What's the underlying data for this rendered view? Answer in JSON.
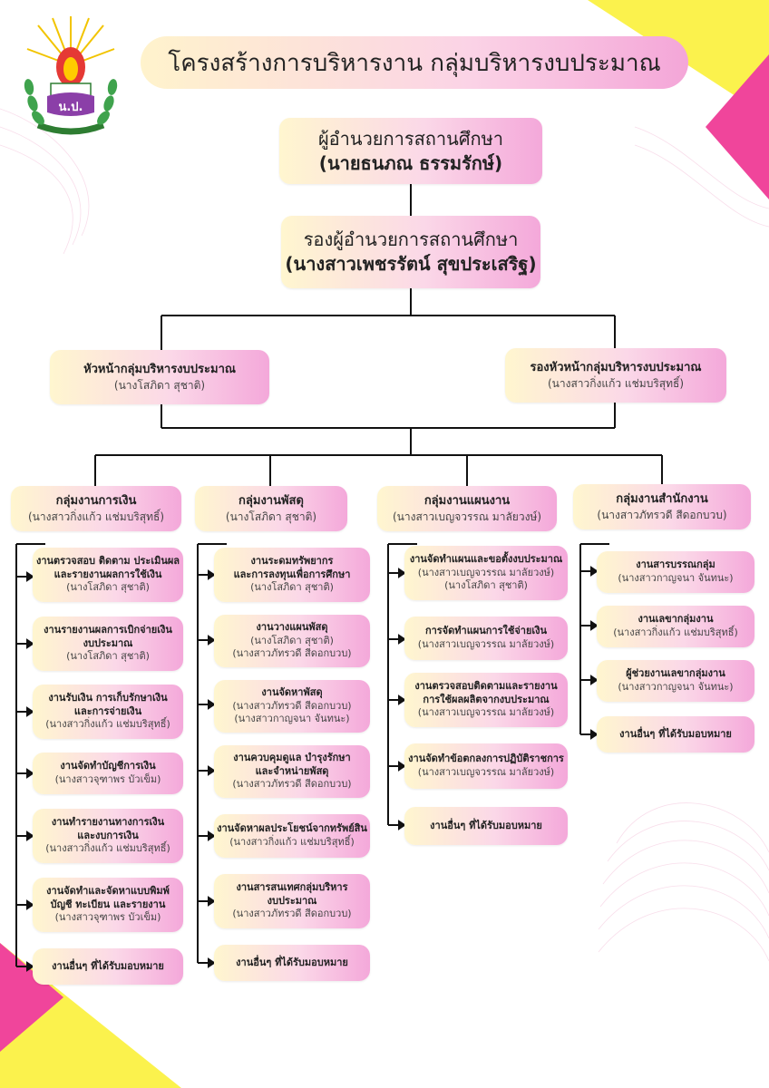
{
  "title": "โครงสร้างการบริหารงาน กลุ่มบริหารงบประมาณ",
  "logo": {
    "icon": "school-logo-icon",
    "text": "น.ป."
  },
  "director": {
    "position": "ผู้อำนวยการสถานศึกษา",
    "name": "(นายธนภณ ธรรมรักษ์)"
  },
  "deputy_director": {
    "position": "รองผู้อำนวยการสถานศึกษา",
    "name": "(นางสาวเพชรรัตน์ สุขประเสริฐ)"
  },
  "head": {
    "position": "หัวหน้ากลุ่มบริหารงบประมาณ",
    "name": "(นางโสภิดา สุชาติ)"
  },
  "deputy_head": {
    "position": "รองหัวหน้ากลุ่มบริหารงบประมาณ",
    "name": "(นางสาวกิ่งแก้ว แช่มบริสุทธิ์)"
  },
  "groups": [
    {
      "title": "กลุ่มงานการเงิน",
      "leader": "(นางสาวกิ่งแก้ว แช่มบริสุทธิ์)",
      "tasks": [
        {
          "lines": [
            "งานตรวจสอบ ติดตาม ประเมินผล",
            "และรายงานผลการใช้เงิน"
          ],
          "people": [
            "(นางโสภิดา สุชาติ)"
          ]
        },
        {
          "lines": [
            "งานรายงานผลการเบิกจ่ายเงิน",
            "งบประมาณ"
          ],
          "people": [
            "(นางโสภิดา สุชาติ)"
          ]
        },
        {
          "lines": [
            "งานรับเงิน การเก็บรักษาเงิน",
            "และการจ่ายเงิน"
          ],
          "people": [
            "(นางสาวกิ่งแก้ว แช่มบริสุทธิ์)"
          ]
        },
        {
          "lines": [
            "งานจัดทำบัญชีการเงิน"
          ],
          "people": [
            "(นางสาวจุฑาพร บัวเข็ม)"
          ]
        },
        {
          "lines": [
            "งานทำรายงานทางการเงิน",
            "และงบการเงิน"
          ],
          "people": [
            "(นางสาวกิ่งแก้ว แช่มบริสุทธิ์)"
          ]
        },
        {
          "lines": [
            "งานจัดทำและจัดหาแบบพิมพ์",
            "บัญชี ทะเบียน และรายงาน"
          ],
          "people": [
            "(นางสาวจุฑาพร บัวเข็ม)"
          ]
        },
        {
          "lines": [
            "งานอื่นๆ ที่ได้รับมอบหมาย"
          ],
          "people": []
        }
      ]
    },
    {
      "title": "กลุ่มงานพัสดุ",
      "leader": "(นางโสภิดา สุชาติ)",
      "tasks": [
        {
          "lines": [
            "งานระดมทรัพยากร",
            "และการลงทุนเพื่อการศึกษา"
          ],
          "people": [
            "(นางโสภิดา สุชาติ)"
          ]
        },
        {
          "lines": [
            "งานวางแผนพัสดุ"
          ],
          "people": [
            "(นางโสภิดา สุชาติ)",
            "(นางสาวภัทรวดี สีดอกบวบ)"
          ]
        },
        {
          "lines": [
            "งานจัดหาพัสดุ"
          ],
          "people": [
            "(นางสาวภัทรวดี สีดอกบวบ)",
            "(นางสาวกาญจนา จันทนะ)"
          ]
        },
        {
          "lines": [
            "งานควบคุมดูแล บำรุงรักษา",
            "และจำหน่ายพัสดุ"
          ],
          "people": [
            "(นางสาวภัทรวดี สีดอกบวบ)"
          ]
        },
        {
          "lines": [
            "งานจัดหาผลประโยชน์จากทรัพย์สิน"
          ],
          "people": [
            "(นางสาวกิ่งแก้ว แช่มบริสุทธิ์)"
          ]
        },
        {
          "lines": [
            "งานสารสนเทศกลุ่มบริหาร",
            "งบประมาณ"
          ],
          "people": [
            "(นางสาวภัทรวดี สีดอกบวบ)"
          ]
        },
        {
          "lines": [
            "งานอื่นๆ ที่ได้รับมอบหมาย"
          ],
          "people": []
        }
      ]
    },
    {
      "title": "กลุ่มงานแผนงาน",
      "leader": "(นางสาวเบญจวรรณ มาลัยวงษ์)",
      "tasks": [
        {
          "lines": [
            "งานจัดทำแผนและขอตั้งงบประมาณ"
          ],
          "people": [
            "(นางสาวเบญจวรรณ มาลัยวงษ์)",
            "(นางโสภิดา สุชาติ)"
          ]
        },
        {
          "lines": [
            "การจัดทำแผนการใช้จ่ายเงิน"
          ],
          "people": [
            "(นางสาวเบญจวรรณ มาลัยวงษ์)"
          ]
        },
        {
          "lines": [
            "งานตรวจสอบติดตามและรายงาน",
            "การใช้ผลผลิตจากงบประมาณ"
          ],
          "people": [
            "(นางสาวเบญจวรรณ มาลัยวงษ์)"
          ]
        },
        {
          "lines": [
            "งานจัดทำข้อตกลงการปฏิบัติราชการ"
          ],
          "people": [
            "(นางสาวเบญจวรรณ มาลัยวงษ์)"
          ]
        },
        {
          "lines": [
            "งานอื่นๆ ที่ได้รับมอบหมาย"
          ],
          "people": []
        }
      ]
    },
    {
      "title": "กลุ่มงานสำนักงาน",
      "leader": "(นางสาวภัทรวดี สีดอกบวบ)",
      "tasks": [
        {
          "lines": [
            "งานสารบรรณกลุ่ม"
          ],
          "people": [
            "(นางสาวกาญจนา จันทนะ)"
          ]
        },
        {
          "lines": [
            "งานเลขากลุ่มงาน"
          ],
          "people": [
            "(นางสาวกิ่งแก้ว แช่มบริสุทธิ์)"
          ]
        },
        {
          "lines": [
            "ผู้ช่วยงานเลขากลุ่มงาน"
          ],
          "people": [
            "(นางสาวกาญจนา จันทนะ)"
          ]
        },
        {
          "lines": [
            "งานอื่นๆ ที่ได้รับมอบหมาย"
          ],
          "people": []
        }
      ]
    }
  ]
}
